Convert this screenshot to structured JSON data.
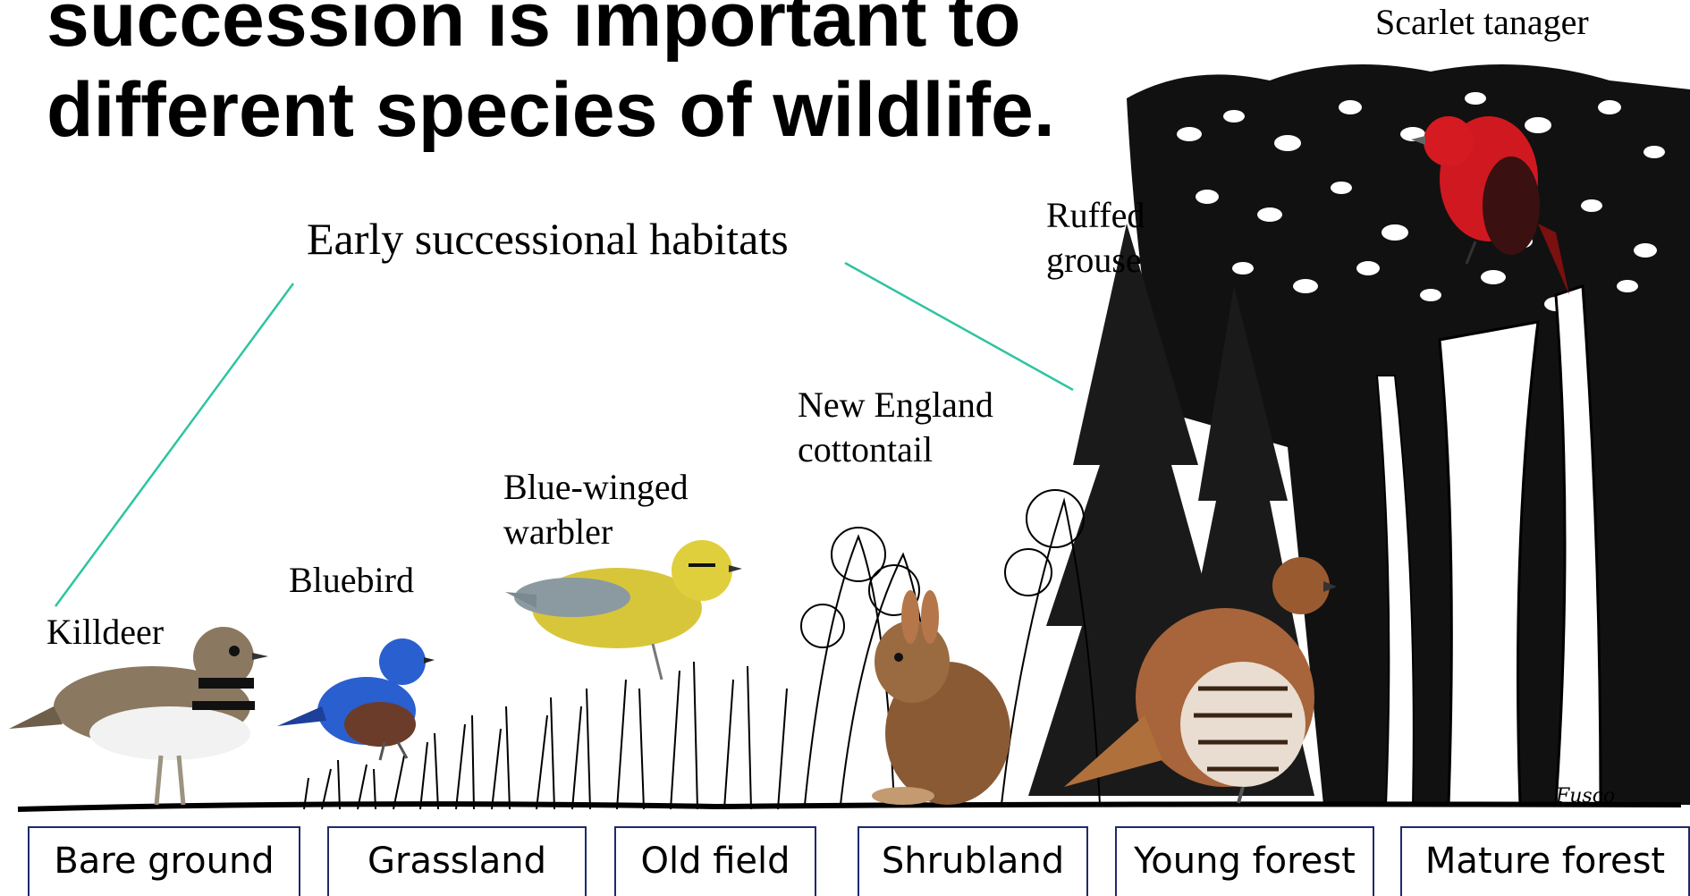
{
  "title": {
    "line1": "succession is important to",
    "line2": "different species of wildlife."
  },
  "subtitle": "Early successional habitats",
  "species": {
    "killdeer": "Killdeer",
    "bluebird": "Bluebird",
    "warbler_line1": "Blue-winged",
    "warbler_line2": "warbler",
    "cottontail_line1": "New England",
    "cottontail_line2": "cottontail",
    "grouse_line1": "Ruffed",
    "grouse_line2": "grouse",
    "tanager": "Scarlet tanager"
  },
  "habitats": [
    "Bare ground",
    "Grassland",
    "Old field",
    "Shrubland",
    "Young forest",
    "Mature forest"
  ],
  "artist_signature": "Fusco",
  "colors": {
    "bracket_line": "#2ec4a0",
    "habitat_border": "#1f2a6b",
    "tanager": "#d01820",
    "warbler": "#d8c63a",
    "bluebird": "#2a5fd0"
  }
}
